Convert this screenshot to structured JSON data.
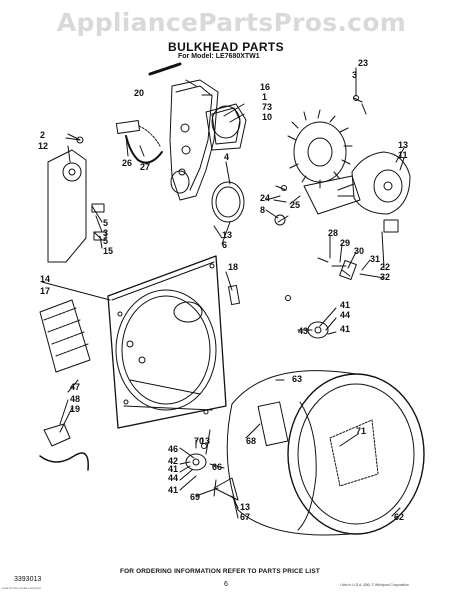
{
  "watermark": "AppliancePartsPros.com",
  "header": {
    "title": "BULKHEAD PARTS",
    "model": "For Model: LE7680XTW1"
  },
  "footer": {
    "note": "FOR ORDERING INFORMATION REFER TO PARTS PRICE LIST",
    "doc_number": "3393013",
    "page": "6",
    "copyright": "Litho in U.S.A. (BK) © Whirlpool Corporation",
    "blurb": "Look for the number and part"
  },
  "callouts": [
    {
      "id": "c23",
      "text": "23"
    },
    {
      "id": "c3",
      "text": "3"
    },
    {
      "id": "c16",
      "text": "16"
    },
    {
      "id": "c20",
      "text": "20"
    },
    {
      "id": "c1",
      "text": "1"
    },
    {
      "id": "c73",
      "text": "73"
    },
    {
      "id": "c10",
      "text": "10"
    },
    {
      "id": "c2",
      "text": "2"
    },
    {
      "id": "c12",
      "text": "12"
    },
    {
      "id": "c26",
      "text": "26"
    },
    {
      "id": "c27",
      "text": "27"
    },
    {
      "id": "c4",
      "text": "4"
    },
    {
      "id": "c13a",
      "text": "13"
    },
    {
      "id": "c11",
      "text": "11"
    },
    {
      "id": "c24",
      "text": "24"
    },
    {
      "id": "c8",
      "text": "8"
    },
    {
      "id": "c25",
      "text": "25"
    },
    {
      "id": "c5a",
      "text": "5"
    },
    {
      "id": "c3b",
      "text": "3"
    },
    {
      "id": "c5b",
      "text": "5"
    },
    {
      "id": "c15",
      "text": "15"
    },
    {
      "id": "c13b",
      "text": "13"
    },
    {
      "id": "c6",
      "text": "6"
    },
    {
      "id": "c28",
      "text": "28"
    },
    {
      "id": "c29",
      "text": "29"
    },
    {
      "id": "c30",
      "text": "30"
    },
    {
      "id": "c31",
      "text": "31"
    },
    {
      "id": "c22",
      "text": "22"
    },
    {
      "id": "c32",
      "text": "32"
    },
    {
      "id": "c14",
      "text": "14"
    },
    {
      "id": "c17",
      "text": "17"
    },
    {
      "id": "c18",
      "text": "18"
    },
    {
      "id": "c41a",
      "text": "41"
    },
    {
      "id": "c44a",
      "text": "44"
    },
    {
      "id": "c43",
      "text": "43"
    },
    {
      "id": "c41b",
      "text": "41"
    },
    {
      "id": "c47",
      "text": "47"
    },
    {
      "id": "c48",
      "text": "48"
    },
    {
      "id": "c19",
      "text": "19"
    },
    {
      "id": "c63",
      "text": "63"
    },
    {
      "id": "c13c",
      "text": "13"
    },
    {
      "id": "c70",
      "text": "70"
    },
    {
      "id": "c46",
      "text": "46"
    },
    {
      "id": "c42",
      "text": "42"
    },
    {
      "id": "c41c",
      "text": "41"
    },
    {
      "id": "c44b",
      "text": "44"
    },
    {
      "id": "c41d",
      "text": "41"
    },
    {
      "id": "c68",
      "text": "68"
    },
    {
      "id": "c71",
      "text": "71"
    },
    {
      "id": "c66",
      "text": "66"
    },
    {
      "id": "c69",
      "text": "69"
    },
    {
      "id": "c13d",
      "text": "13"
    },
    {
      "id": "c67",
      "text": "67"
    },
    {
      "id": "c62",
      "text": "62"
    }
  ]
}
